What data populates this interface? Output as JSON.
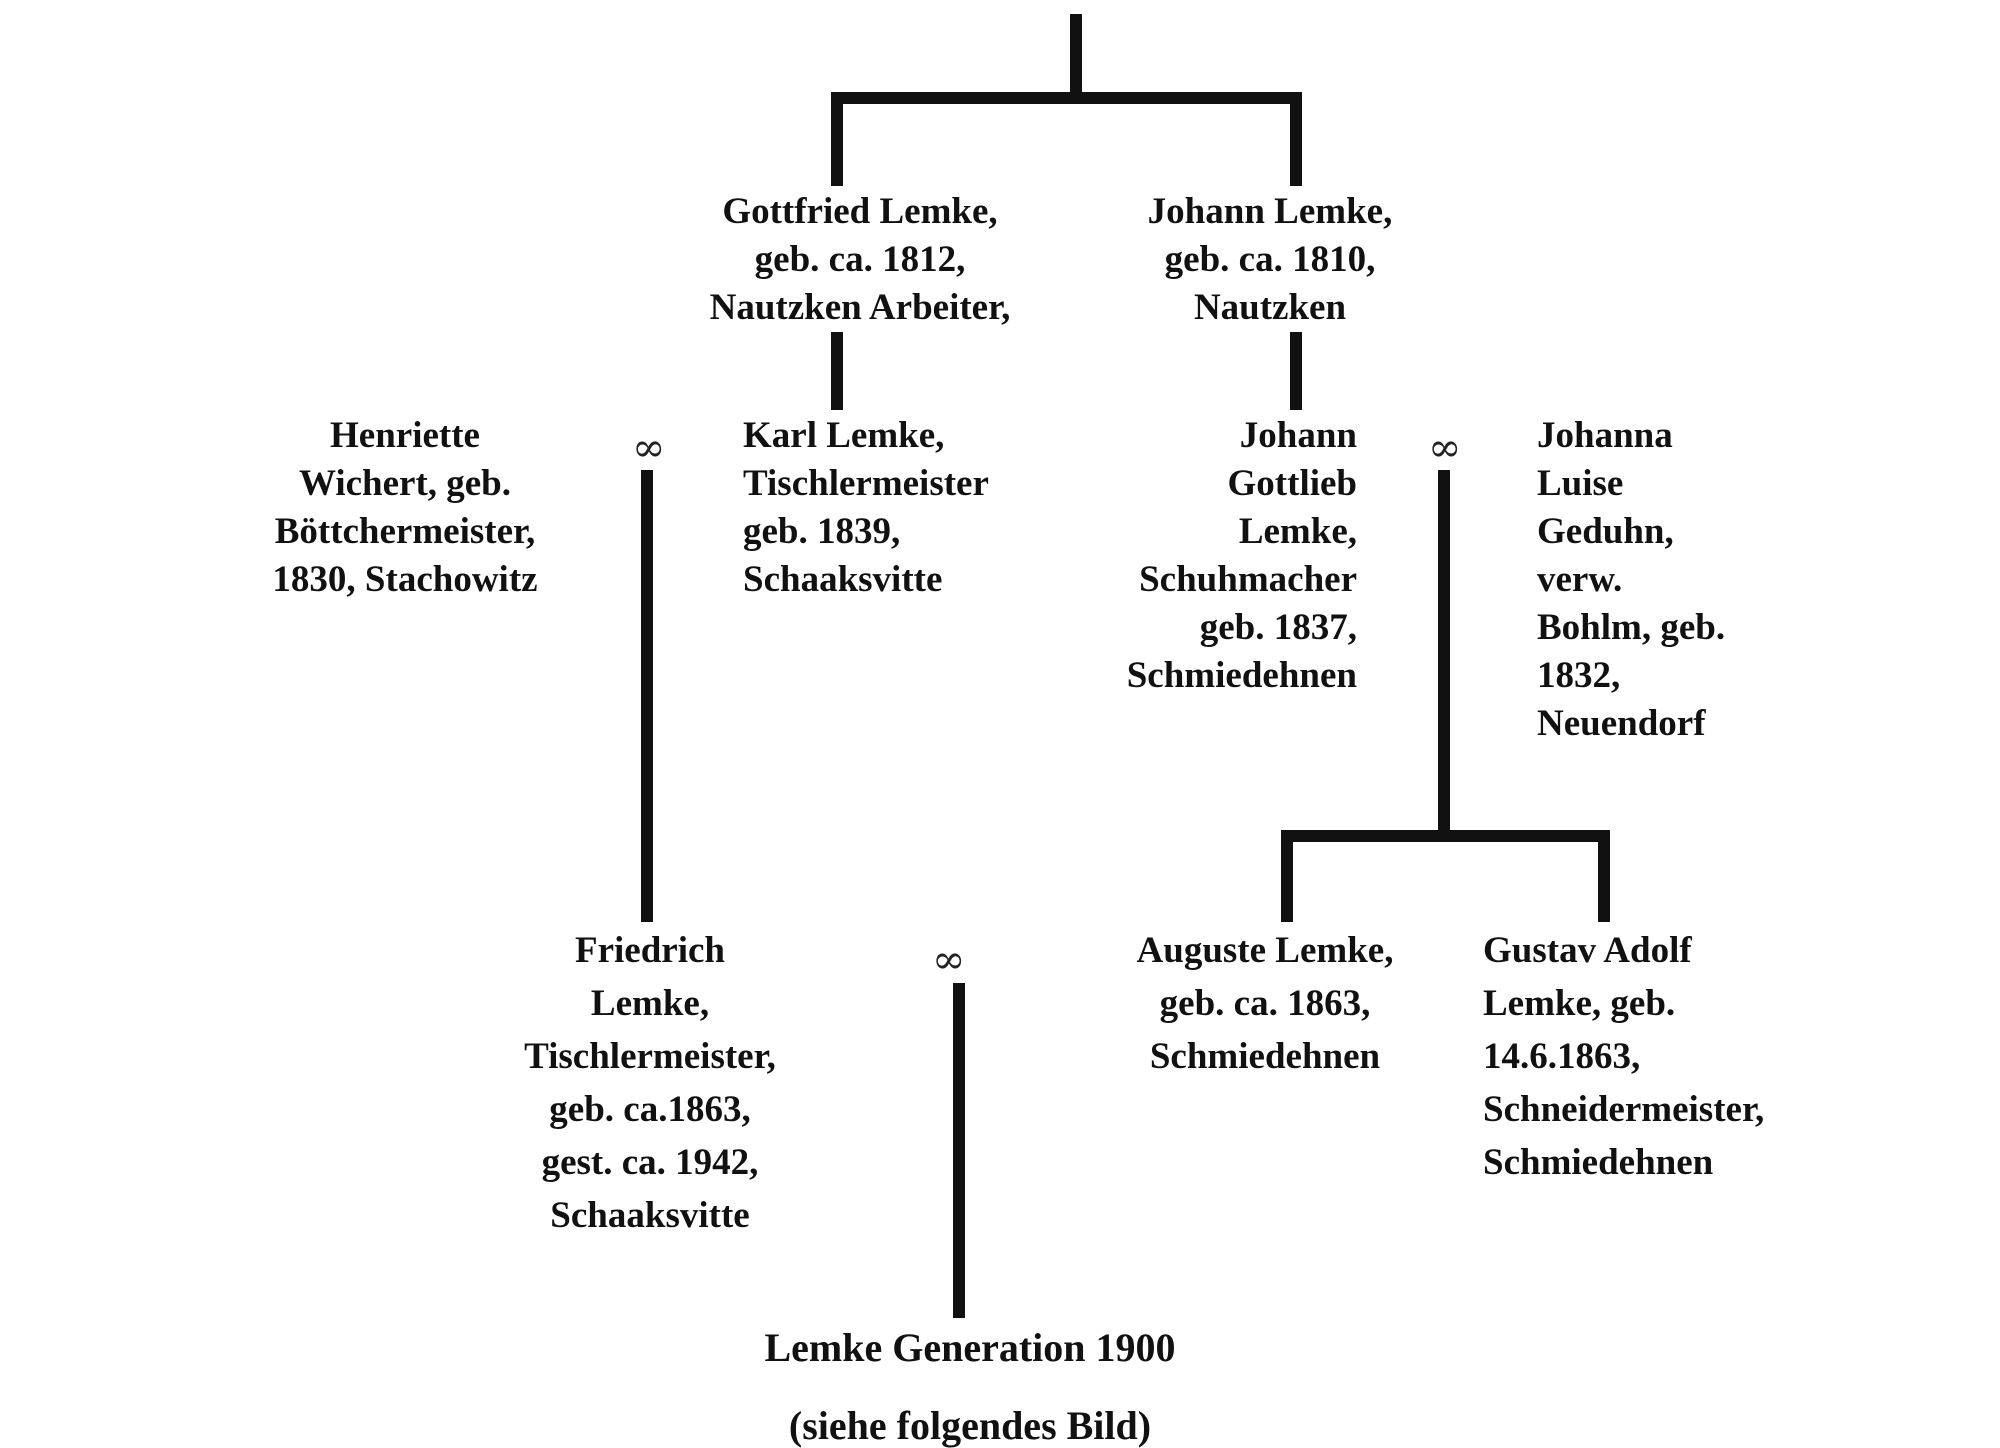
{
  "persons": {
    "gottfried": [
      "Gottfried Lemke,",
      "geb. ca. 1812,",
      "Nautzken Arbeiter,"
    ],
    "johann_sr": [
      "Johann Lemke,",
      "geb. ca. 1810,",
      "Nautzken"
    ],
    "henriette": [
      "Henriette",
      "Wichert, geb.",
      "Böttchermeister,",
      "1830, Stachowitz"
    ],
    "karl": [
      "Karl Lemke,",
      "Tischlermeister",
      "geb. 1839,",
      "Schaaksvitte"
    ],
    "johann_gottlieb": [
      "Johann",
      "Gottlieb",
      "Lemke,",
      "Schuhmacher",
      "geb. 1837,",
      "Schmiedehnen"
    ],
    "johanna": [
      "Johanna",
      "Luise",
      "Geduhn,",
      "verw.",
      "Bohlm, geb.",
      "1832,",
      "Neuendorf"
    ],
    "friedrich": [
      "Friedrich",
      "Lemke,",
      "Tischlermeister,",
      "geb. ca.1863,",
      "gest. ca. 1942,",
      "Schaaksvitte"
    ],
    "auguste": [
      "Auguste Lemke,",
      "geb. ca. 1863,",
      "Schmiedehnen"
    ],
    "gustav": [
      "Gustav Adolf",
      "Lemke, geb.",
      "14.6.1863,",
      "Schneidermeister,",
      "Schmiedehnen"
    ]
  },
  "marriage_symbol": "∞",
  "footer": {
    "title": "Lemke Generation 1900",
    "note": "(siehe folgendes Bild)"
  }
}
